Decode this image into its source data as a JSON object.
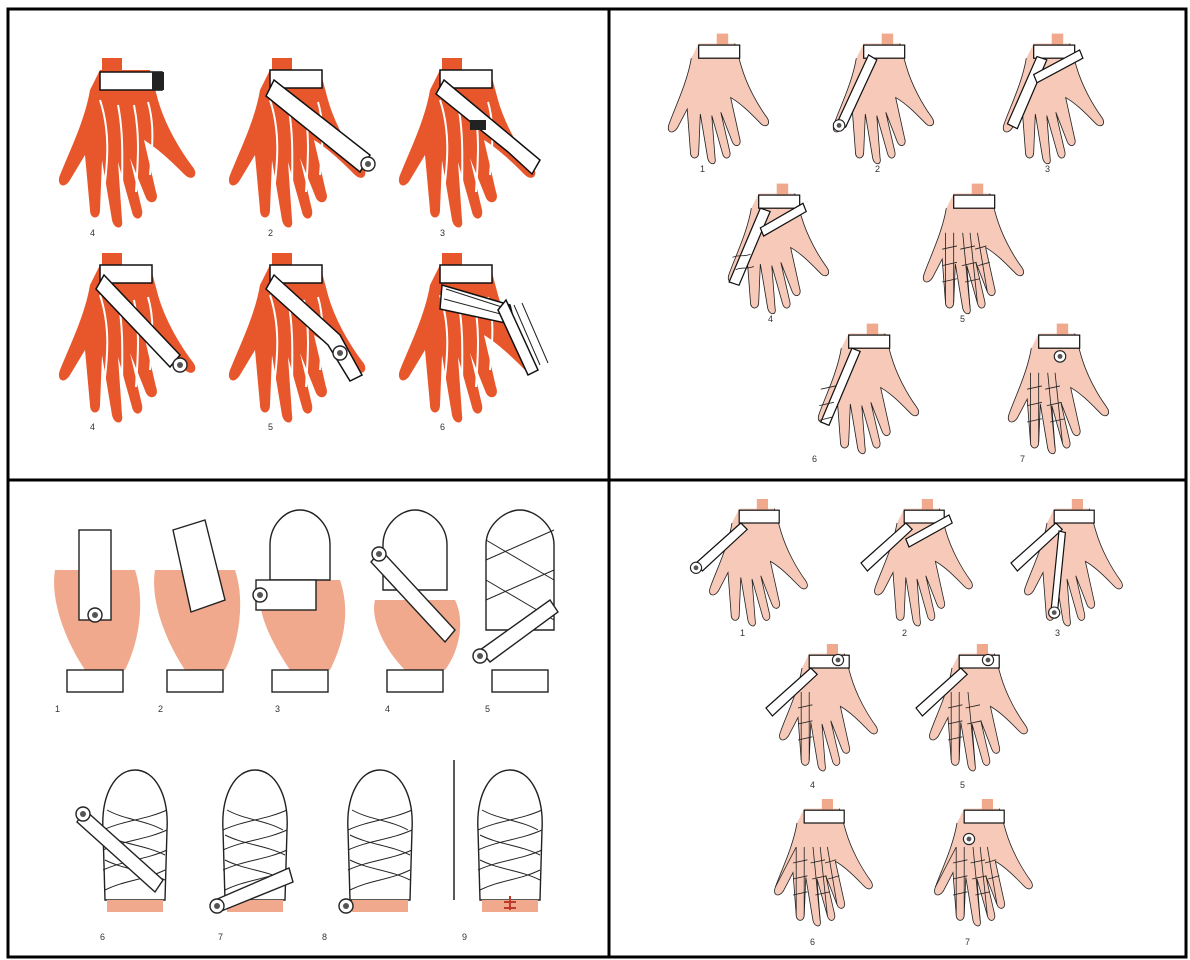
{
  "colors": {
    "skin_strong": "#e8562c",
    "skin_light": "#f6c9b8",
    "skin_peach": "#f0a98c",
    "line": "#111111",
    "frame": "#000000"
  },
  "panels": [
    {
      "id": "top-left",
      "style": "solid-red-hands",
      "steps": [
        "4",
        "2",
        "3",
        "4",
        "5",
        "6"
      ]
    },
    {
      "id": "top-right",
      "style": "outlined-light-hands",
      "steps": [
        "1",
        "2",
        "3",
        "4",
        "5",
        "6",
        "7"
      ]
    },
    {
      "id": "bottom-left",
      "style": "mitten-wrap",
      "steps": [
        "1",
        "2",
        "3",
        "4",
        "5",
        "6",
        "7",
        "8",
        "9"
      ]
    },
    {
      "id": "bottom-right",
      "style": "outlined-light-hands",
      "steps": [
        "1",
        "2",
        "3",
        "4",
        "5",
        "6",
        "7"
      ]
    }
  ],
  "icons": [
    "hand-bandage-figure",
    "rolled-bandage-icon",
    "mitten-bandage-figure"
  ]
}
